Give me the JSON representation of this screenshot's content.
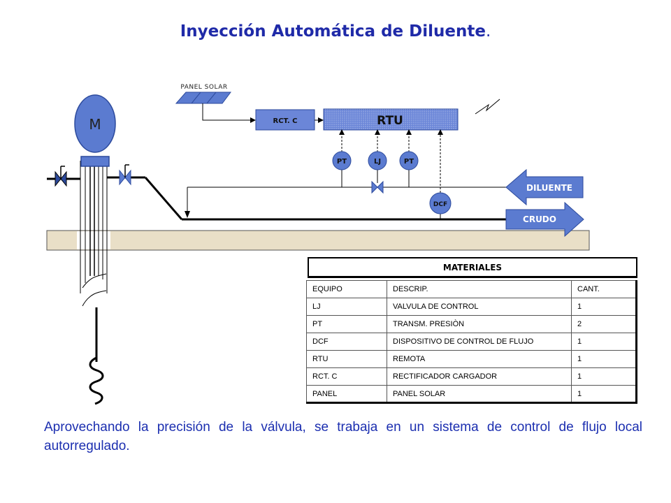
{
  "title": "Inyección Automática de Diluente",
  "title_dot": ".",
  "diagram": {
    "motor_label": "M",
    "panel_solar_label": "PANEL SOLAR",
    "rct_label": "RCT. C",
    "rtu_label": "RTU",
    "pt_left_label": "PT",
    "lj_label": "LJ",
    "pt_right_label": "PT",
    "dcf_label": "DCF",
    "diluente_label": "DILUENTE",
    "crudo_label": "CRUDO"
  },
  "materials": {
    "header": "MATERIALES",
    "rows": [
      {
        "equipo": "EQUIPO",
        "descrip": "DESCRIP.",
        "cant": "CANT."
      },
      {
        "equipo": "LJ",
        "descrip": "VALVULA DE CONTROL",
        "cant": "1"
      },
      {
        "equipo": "PT",
        "descrip": "TRANSM.  PRESIÒN",
        "cant": "2"
      },
      {
        "equipo": "DCF",
        "descrip": "DISPOSITIVO  DE CONTROL  DE FLUJO",
        "cant": "1"
      },
      {
        "equipo": "RTU",
        "descrip": "REMOTA",
        "cant": "1"
      },
      {
        "equipo": "RCT.  C",
        "descrip": "RECTIFICADOR  CARGADOR",
        "cant": "1"
      },
      {
        "equipo": "PANEL",
        "descrip": "PANEL SOLAR",
        "cant": "1"
      }
    ]
  },
  "caption": "Aprovechando la precisión de la válvula, se trabaja en un sistema de control de flujo local autorregulado.",
  "colors": {
    "title": "#1f2aa8",
    "caption": "#1c2fb0",
    "equipment_fill": "#5b7bd0",
    "equipment_stroke": "#2c4a9c",
    "rtu_fill": "#6b86d8",
    "ground_fill": "#e9dfc7"
  }
}
